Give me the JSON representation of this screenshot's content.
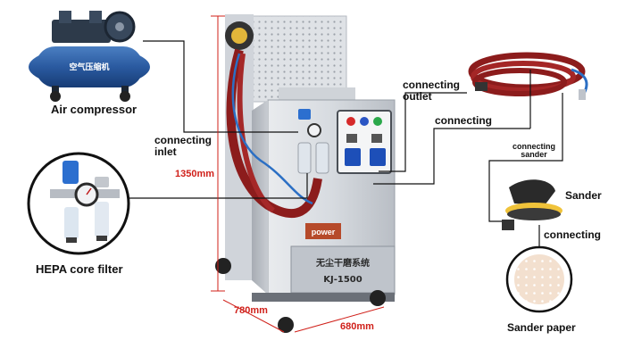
{
  "labels": {
    "air_compressor": "Air compressor",
    "hepa_filter": "HEPA core filter",
    "connecting_inlet": "connecting\ninlet",
    "connecting_outlet": "connecting\noutlet",
    "connecting": "connecting",
    "connecting_sander": "connecting\nsander",
    "sander": "Sander",
    "connecting_bottom": "connecting",
    "sander_paper": "Sander paper"
  },
  "dimensions": {
    "height": "1350mm",
    "depth": "780mm",
    "width": "680mm"
  },
  "machine": {
    "brand": "power",
    "name_cn": "无尘干磨系统",
    "model": "KJ-1500"
  },
  "compressor_text": "空气压缩机",
  "colors": {
    "dimension_line": "#d0201a",
    "connector_line": "#111111",
    "hose_red": "#8c1c1c",
    "hose_blue": "#2b6fc4",
    "button_red": "#d62a2a",
    "button_blue": "#2a55c4",
    "button_green": "#2aa84a",
    "socket_blue": "#1d4fb8"
  }
}
